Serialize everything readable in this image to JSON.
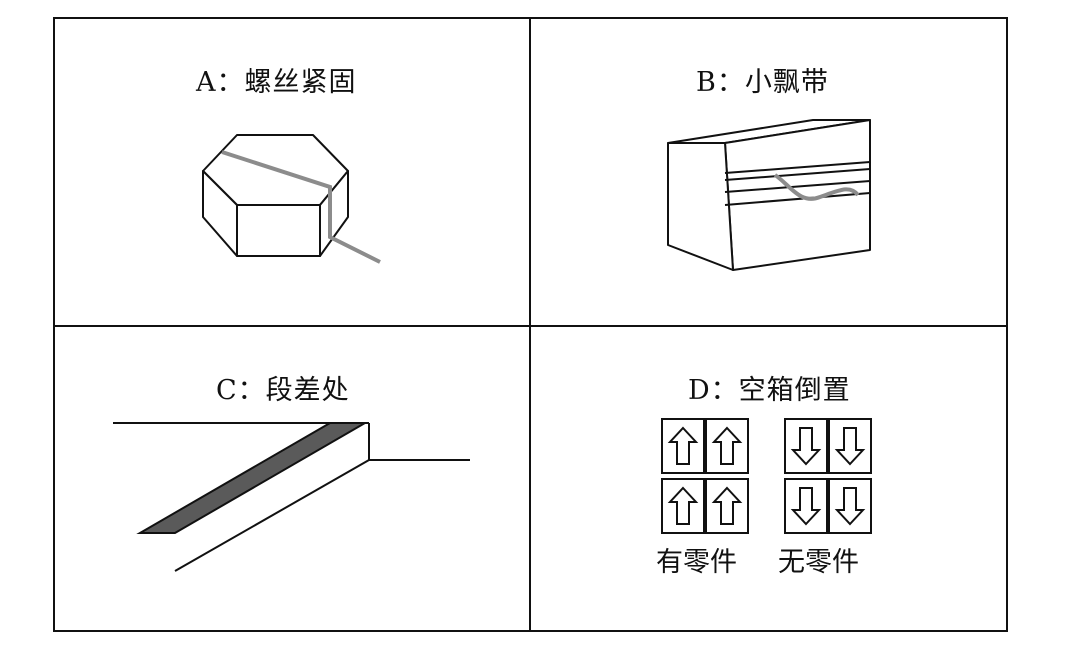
{
  "panels": {
    "a": {
      "label": "A：螺丝紧固"
    },
    "b": {
      "label": "B：小飘带"
    },
    "c": {
      "label": "C：段差处"
    },
    "d": {
      "label": "D：空箱倒置",
      "caption_left": "有零件",
      "caption_right": "无零件"
    }
  },
  "icons": {
    "up": "up-arrow-icon",
    "down": "down-arrow-icon"
  },
  "colors": {
    "line": "#111111",
    "tape": "#8c8c8c",
    "dark_fill": "#5a5a5a"
  }
}
